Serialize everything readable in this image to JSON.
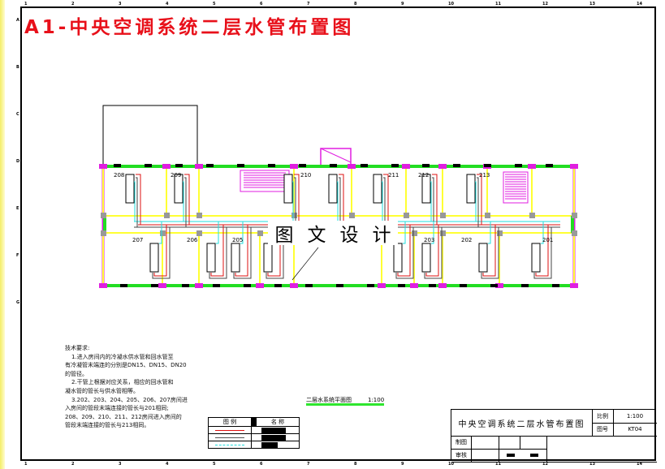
{
  "header": {
    "title": "A1-中央空调系统二层水管布置图"
  },
  "border": {
    "columns": [
      "1",
      "2",
      "3",
      "4",
      "5",
      "6",
      "7",
      "8",
      "9",
      "10",
      "11",
      "12",
      "13",
      "14"
    ],
    "rows": [
      "A",
      "B",
      "C",
      "D",
      "E",
      "F",
      "G"
    ]
  },
  "plan": {
    "rooms_top": [
      "208",
      "209",
      "210",
      "211",
      "212",
      "213"
    ],
    "rooms_bottom": [
      "207",
      "206",
      "205",
      "203",
      "202",
      "201"
    ],
    "watermark": [
      "图",
      "文",
      "设",
      "计"
    ],
    "colors": {
      "wall": "#ffff33",
      "exterior": "#22dd22",
      "column": "#e01ee0",
      "supply": "#dd1111",
      "return": "#444444",
      "condensate": "#22dddd"
    }
  },
  "notes": {
    "heading": "技术要求:",
    "lines": [
      "1.进入房间内的冷凝水供水管和回水管至",
      "有冷凝管末端连的分别是DN15、DN15、DN20",
      "的管径。",
      "2.干管上根据对应关系，相应的回水管和",
      "凝水管的管长与供水管相等。",
      "3.202、203、204、205、206、207房间进",
      "入房间的管段末端连接的管长与201相同;",
      "208、209、210、211、212房间进入房间的",
      "管段末端连接的管长与213相同。"
    ]
  },
  "caption": {
    "label": "二层水系统平面图",
    "scale": "1:100"
  },
  "legend": {
    "col1": "图  例",
    "col2": "名  称"
  },
  "title_block": {
    "drawing_name": "中央空调系统二层水管布置图",
    "scale_label": "比例",
    "scale_value": "1:100",
    "number_label": "图号",
    "number_value": "KT04",
    "drawn_label": "制图",
    "checked_label": "审核"
  }
}
